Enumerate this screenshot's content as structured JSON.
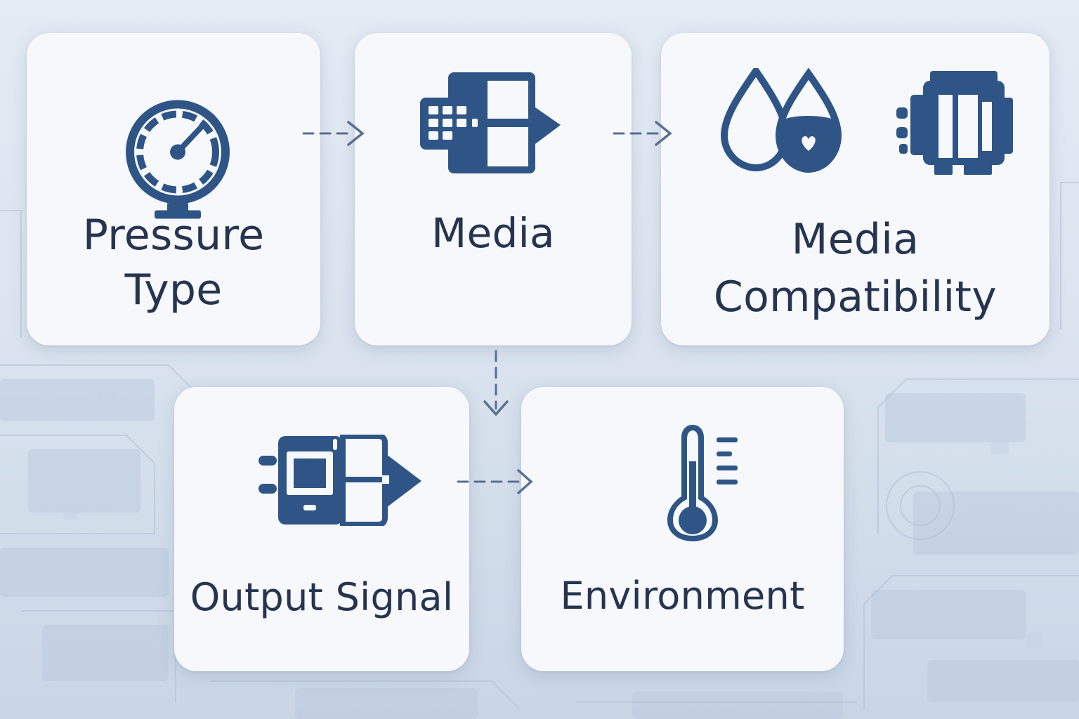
{
  "steps": [
    {
      "label_lines": [
        "Pressure",
        "Type"
      ],
      "icon": "pressure-gauge-icon"
    },
    {
      "label_lines": [
        "Media"
      ],
      "icon": "media-sensor-icon"
    },
    {
      "label_lines": [
        "Media",
        "Compatibility"
      ],
      "icons": [
        "liquid-drops-icon",
        "sensor-module-icon"
      ]
    },
    {
      "label_lines": [
        "Output Signal"
      ],
      "icon": "output-transmitter-icon"
    },
    {
      "label_lines": [
        "Environment"
      ],
      "icon": "thermometer-icon"
    }
  ],
  "connections": [
    {
      "from": "Pressure Type",
      "to": "Media"
    },
    {
      "from": "Media",
      "to": "Media Compatibility"
    },
    {
      "from": "Media",
      "to": "Output Signal"
    },
    {
      "from": "Output Signal",
      "to": "Environment"
    }
  ],
  "colors": {
    "icon": "#2f5586",
    "text": "#26344f",
    "card": "#f6f8fb",
    "background": "#dbe4ef",
    "connector": "#5a6f91"
  }
}
